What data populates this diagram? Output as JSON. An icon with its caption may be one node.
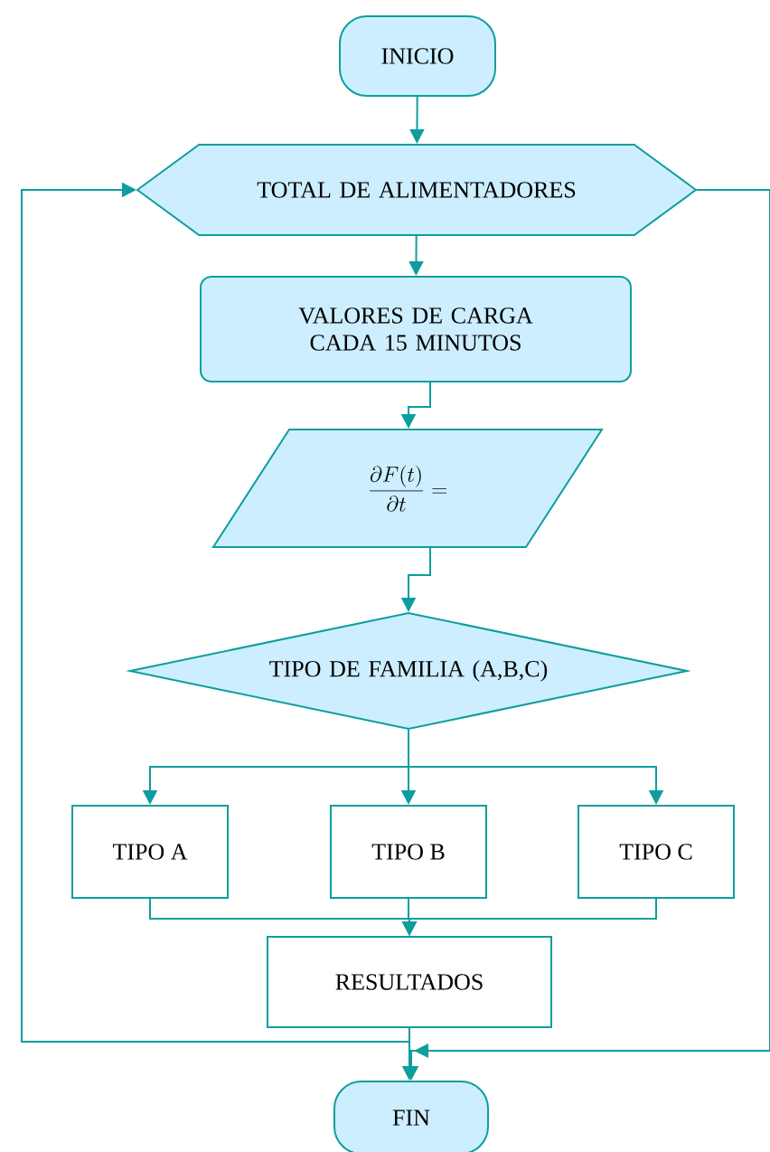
{
  "diagram": {
    "nodes": [
      {
        "text": [
          "INICIO"
        ]
      },
      {
        "text": [
          "TOTAL DE ALIMENTADORES"
        ]
      },
      {
        "text": [
          "VALORES DE CARGA CADA 15 MINUTOS"
        ]
      },
      {
        "text": [
          "\\frac{\\partial F(t)}{\\partial t} ="
        ]
      },
      {
        "text": [
          "TIPO DE FAMILIA (A,B,C)"
        ]
      },
      {
        "text": [
          "TIPO A"
        ]
      },
      {
        "text": [
          "TIPO B"
        ]
      },
      {
        "text": [
          "TIPO C"
        ]
      },
      {
        "text": [
          "RESULTADOS"
        ]
      },
      {
        "text": [
          "FIN"
        ]
      }
    ],
    "edges": [
      {
        "from": 0,
        "to": 1,
        "arrow": "to"
      },
      {
        "from": 1,
        "to": 2,
        "arrow": "to"
      },
      {
        "from": 2,
        "to": 3,
        "arrow": "to"
      },
      {
        "from": 3,
        "to": 4,
        "arrow": "to"
      },
      {
        "from": 4,
        "to": 5,
        "arrow": "to"
      },
      {
        "from": 4,
        "to": 6,
        "arrow": "to"
      },
      {
        "from": 4,
        "to": 7,
        "arrow": "to"
      },
      {
        "from": 5,
        "to": 8,
        "arrow": "to"
      },
      {
        "from": 6,
        "to": 8,
        "arrow": "to"
      },
      {
        "from": 7,
        "to": 8,
        "arrow": "to"
      },
      {
        "from": 8,
        "to": 9,
        "arrow": "to"
      },
      {
        "from": 8,
        "to": 1,
        "arrow": "to"
      },
      {
        "from": 1,
        "to": 9,
        "arrow": "to"
      }
    ]
  }
}
